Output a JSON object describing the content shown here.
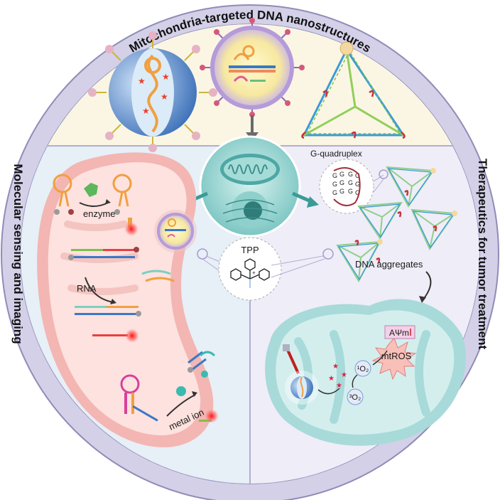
{
  "ring": {
    "top": "Mitochondria-targeted DNA nanostructures",
    "left": "Molecular sensing and imaging",
    "right": "Therapeutics for tumor treatment"
  },
  "labels": {
    "g_quadruplex": "G-quadruplex",
    "enzyme": "enzyme",
    "rna": "RNA",
    "metal_ion": "metal ion",
    "tpp": "TPP",
    "dna_aggregates": "DNA aggregates",
    "delta_psi": "AΨm",
    "mtros": "mtROS",
    "singlet_oxygen": "¹O₂",
    "oxygen": "³O₂"
  },
  "colors": {
    "ring": "#cfcce4",
    "ring_border": "#8d8ab4",
    "top_sector": "#fbf6e3",
    "left_sector": "#e8f0f7",
    "right_sector": "#efedf7",
    "mito_outer": "#f3b6b2",
    "mito_inner": "#fde3e0",
    "mito_center": "#7ec7c5",
    "tumor_cell": "#b8e0e0",
    "dna_orange": "#f0a040",
    "dna_blue": "#3b78c8",
    "dna_green": "#7cc04e",
    "red_glow": "#ff2020"
  },
  "icons": [
    "mitochondrion-icon",
    "nanoparticle-icon",
    "tetrahedron-icon",
    "laser-icon",
    "tpp-molecule-icon"
  ]
}
